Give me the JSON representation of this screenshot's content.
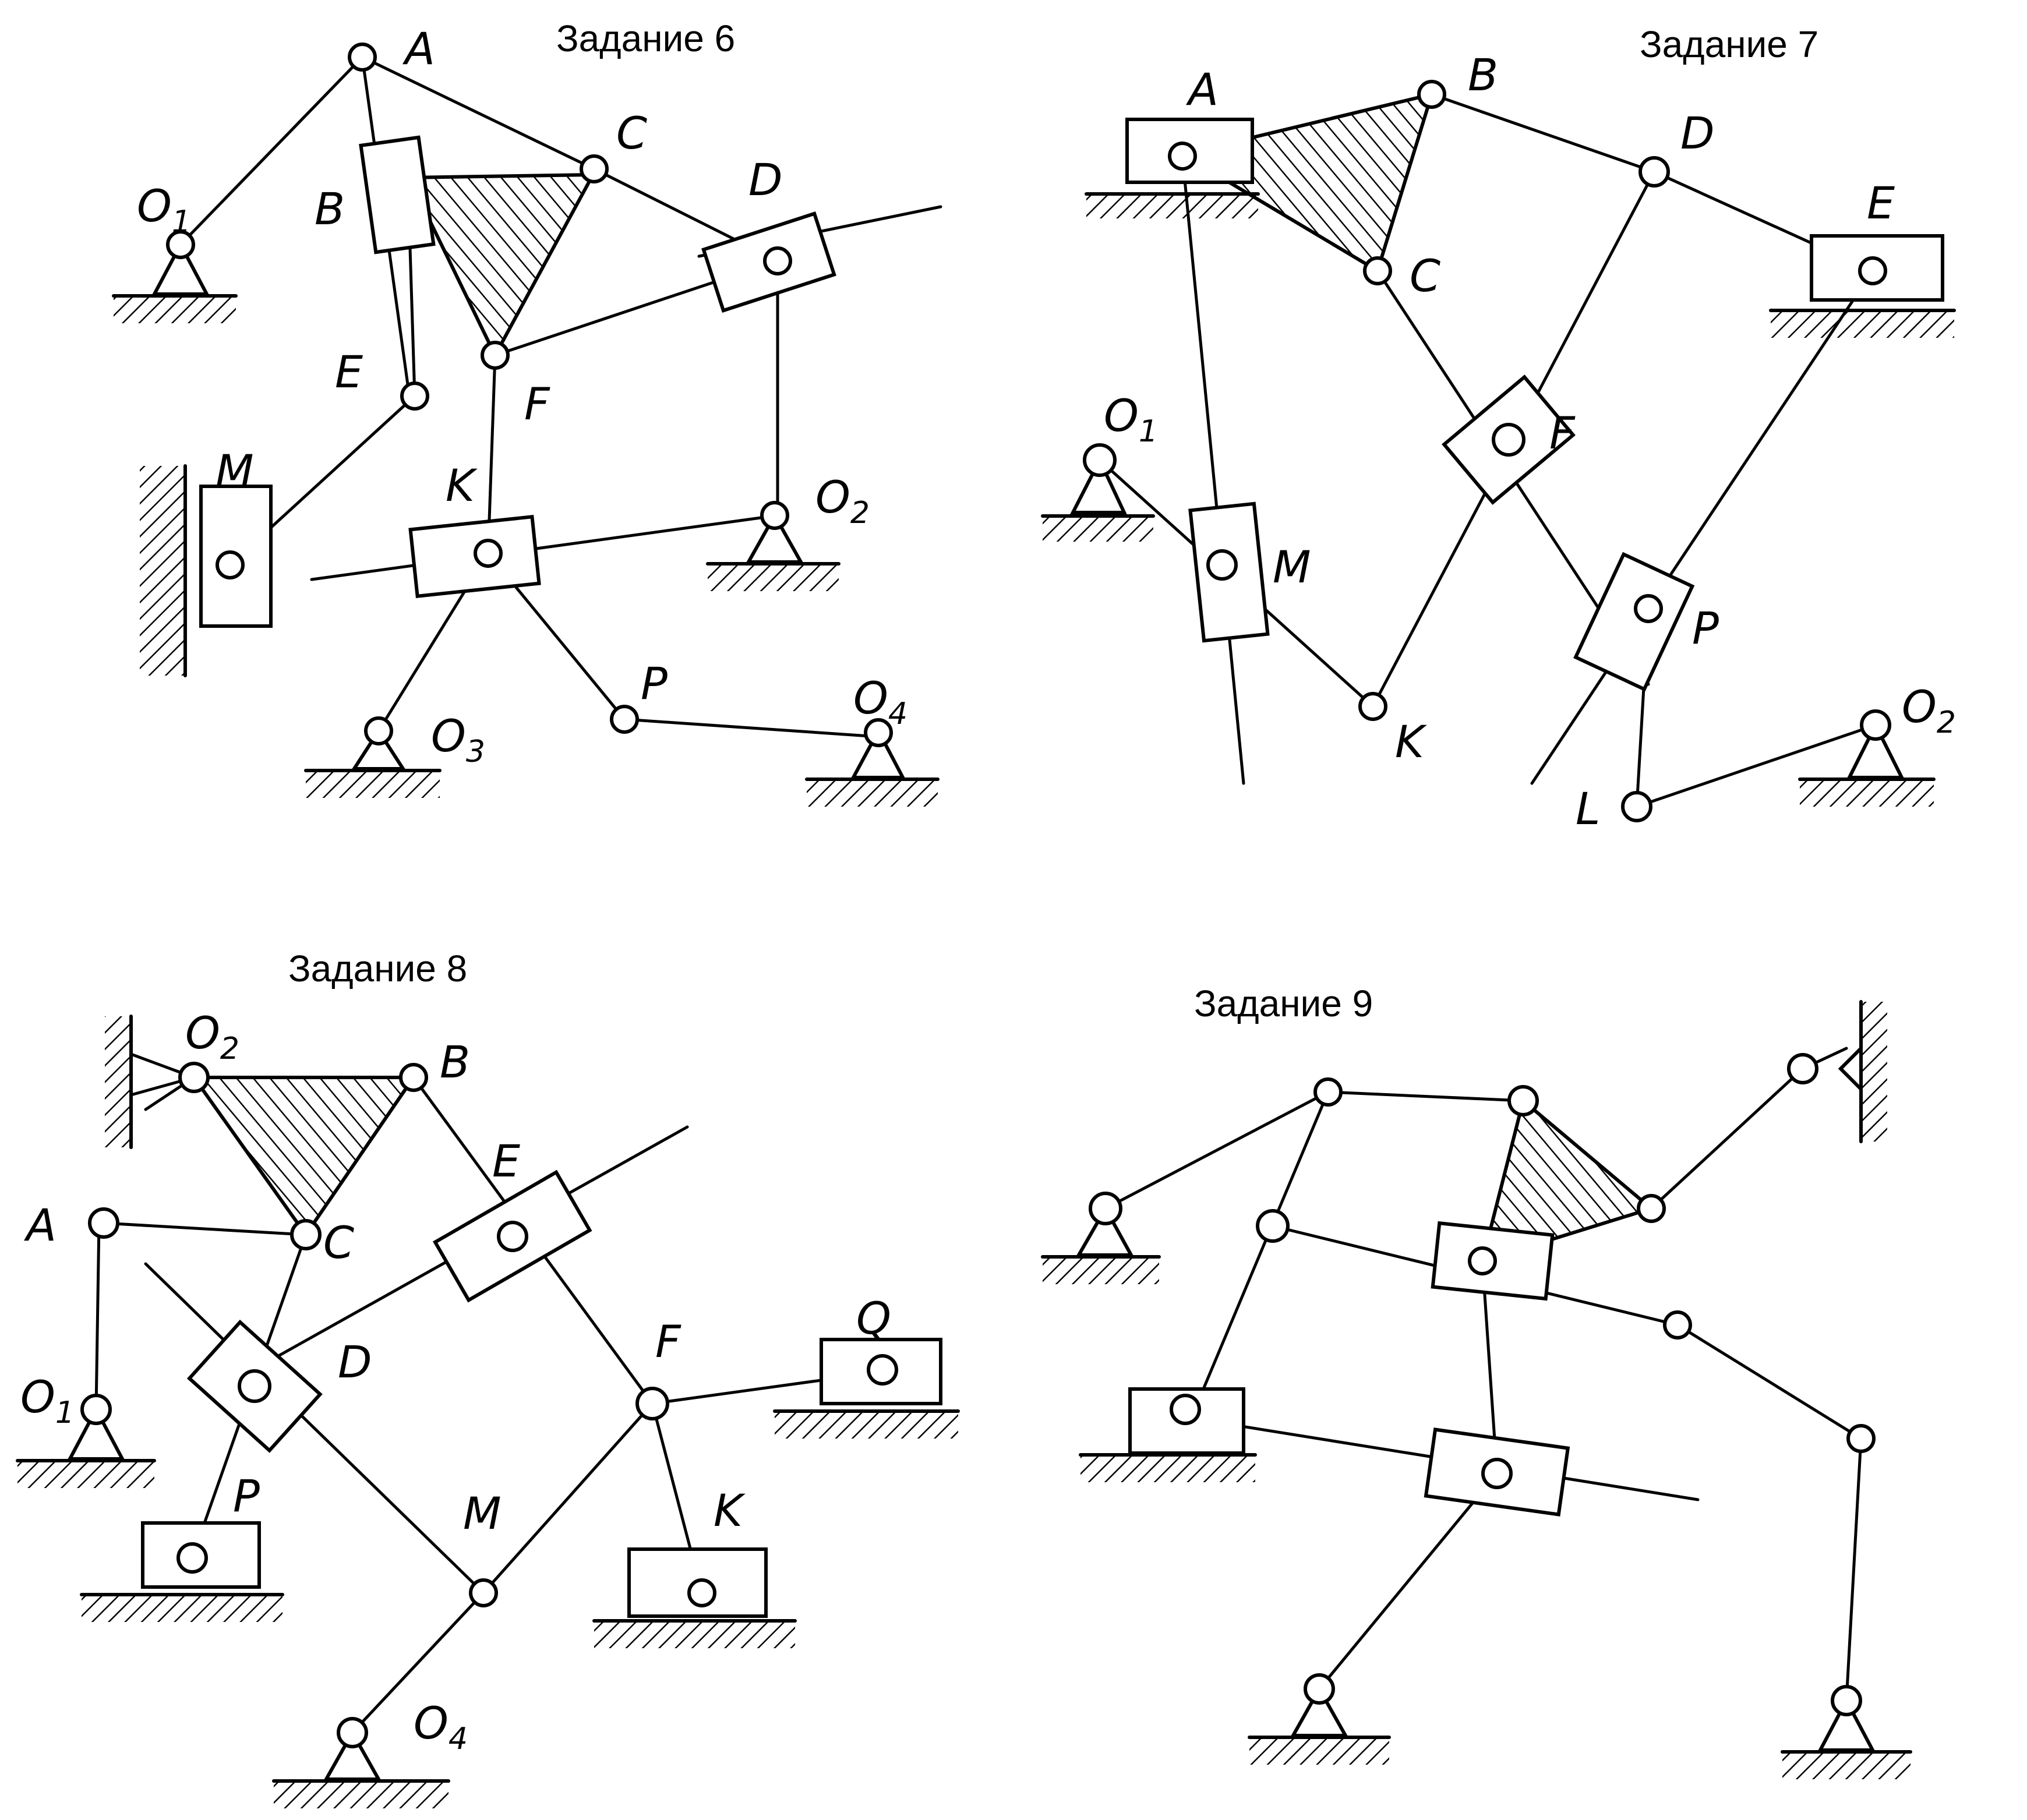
{
  "tasks": [
    {
      "title": "Задание 6",
      "labels": {
        "A": "A",
        "B": "B",
        "C": "C",
        "D": "D",
        "E": "E",
        "F": "F",
        "K": "K",
        "M": "M",
        "P": "P",
        "O1": "O",
        "O1_sub": "1",
        "O2": "O",
        "O2_sub": "2",
        "O3": "O",
        "O3_sub": "3",
        "O4": "O",
        "O4_sub": "4"
      }
    },
    {
      "title": "Задание 7",
      "labels": {
        "A": "A",
        "B": "B",
        "C": "C",
        "D": "D",
        "E": "E",
        "F": "F",
        "K": "K",
        "M": "M",
        "P": "P",
        "L": "L",
        "O1": "O",
        "O1_sub": "1",
        "O2": "O",
        "O2_sub": "2"
      }
    },
    {
      "title": "Задание 8",
      "labels": {
        "A": "A",
        "B": "B",
        "C": "C",
        "D": "D",
        "E": "E",
        "F": "F",
        "K": "K",
        "M": "M",
        "P": "P",
        "Q": "Q",
        "O1": "O",
        "O1_sub": "1",
        "O2": "O",
        "O2_sub": "2",
        "O4": "O",
        "O4_sub": "4"
      }
    },
    {
      "title": "Задание 9",
      "labels": {}
    }
  ],
  "colors": {
    "ink": "#000000",
    "paper": "#ffffff"
  }
}
